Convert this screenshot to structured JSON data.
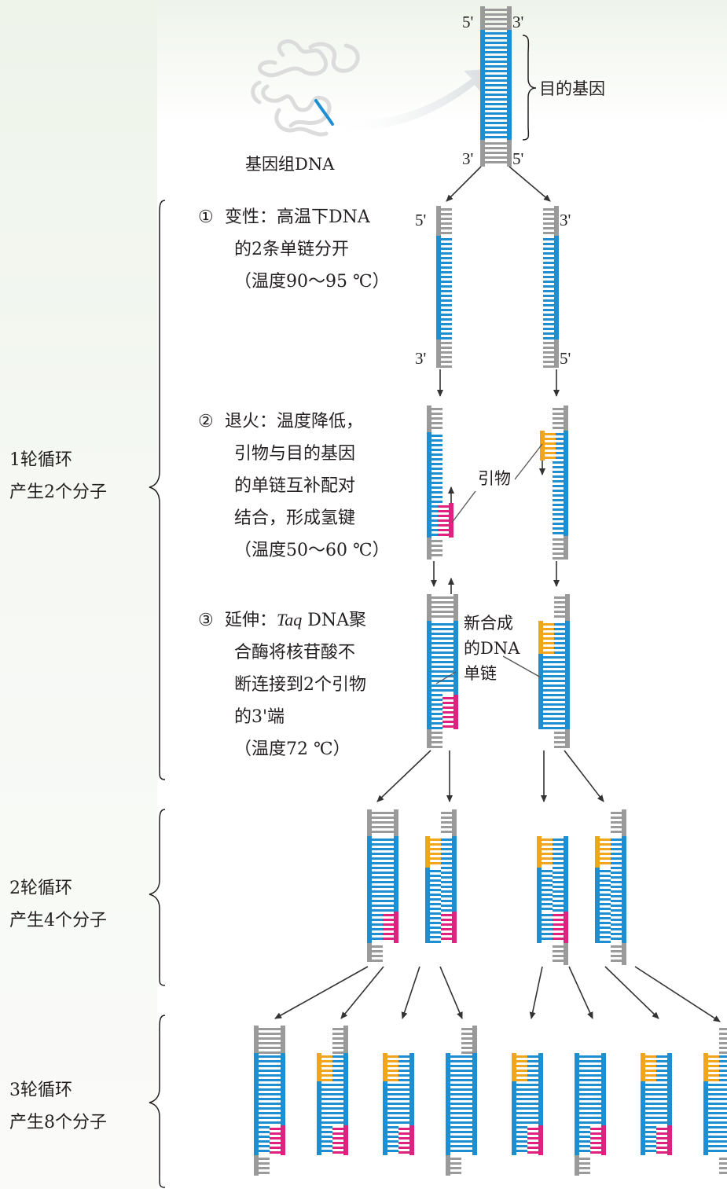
{
  "top": {
    "genome_label": "基因组DNA",
    "target_gene_label": "目的基因",
    "end_5_top": "5'",
    "end_3_top": "3'",
    "end_3_bottom": "3'",
    "end_5_bottom": "5'"
  },
  "separated": {
    "left_top": "5'",
    "left_bottom": "3'",
    "right_top": "3'",
    "right_bottom": "5'"
  },
  "steps": [
    {
      "num": "①",
      "lines": [
        "变性：高温下DNA",
        "的2条单链分开",
        "（温度90～95 ℃）"
      ]
    },
    {
      "num": "②",
      "lines": [
        "退火：温度降低，",
        "引物与目的基因",
        "的单链互补配对",
        "结合，形成氢键",
        "（温度50～60 ℃）"
      ]
    },
    {
      "num": "③",
      "lines_before_italic": "延伸：",
      "italic": "Taq",
      "lines_after_italic": " DNA聚",
      "lines": [
        "合酶将核苷酸不",
        "断连接到2个引物",
        "的3'端",
        "（温度72 ℃）"
      ]
    }
  ],
  "primer_label": "引物",
  "new_strand_label": [
    "新合成",
    "的DNA",
    "单链"
  ],
  "cycles": [
    {
      "line1": "1轮循环",
      "line2": "产生2个分子"
    },
    {
      "line1": "2轮循环",
      "line2": "产生4个分子"
    },
    {
      "line1": "3轮循环",
      "line2": "产生8个分子"
    }
  ],
  "colors": {
    "template_gray": "#9a9a9a",
    "target_blue": "#1d8ed1",
    "primer_orange": "#f2a51c",
    "primer_magenta": "#e0217f",
    "arrow": "#333333"
  }
}
